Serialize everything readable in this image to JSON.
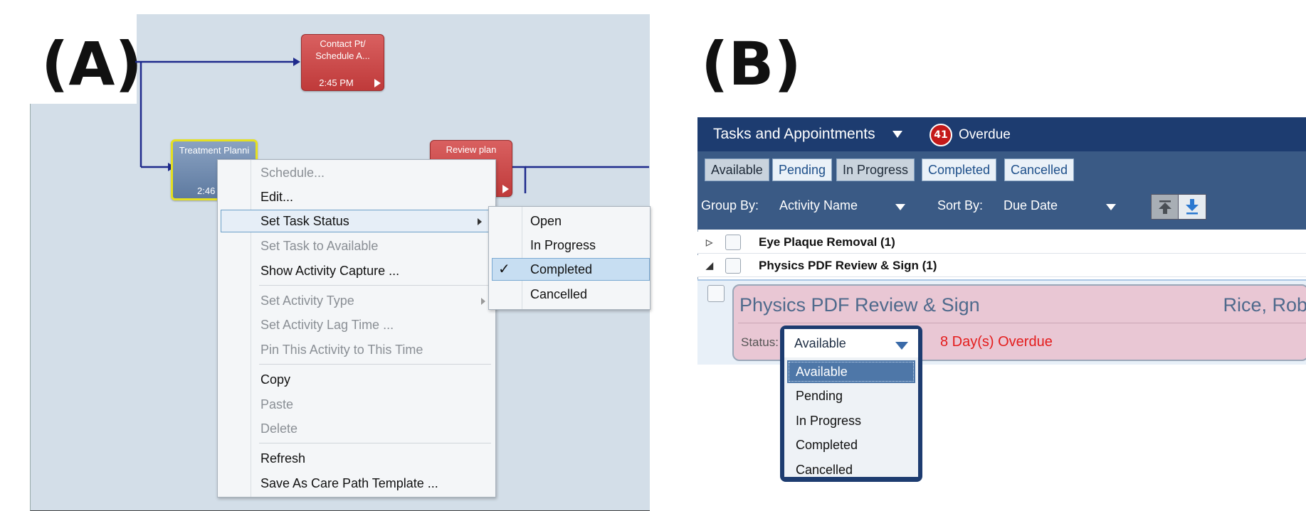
{
  "panel_a": {
    "label": "(A)",
    "nodes": {
      "contact": {
        "title": "Contact Pt/ Schedule A...",
        "time": "2:45 PM"
      },
      "treatment": {
        "title": "Treatment Planni",
        "time": "2:46"
      },
      "review": {
        "title": "Review plan"
      }
    },
    "context_menu": {
      "items": [
        {
          "label": "Schedule...",
          "enabled": false
        },
        {
          "label": "Edit...",
          "enabled": true
        },
        {
          "label": "Set Task Status",
          "enabled": true
        },
        {
          "label": "Set Task to Available",
          "enabled": false
        },
        {
          "label": "Show Activity Capture ...",
          "enabled": true
        },
        {
          "label": "Set Activity Type",
          "enabled": false
        },
        {
          "label": "Set Activity Lag Time ...",
          "enabled": false
        },
        {
          "label": "Pin This Activity to This Time",
          "enabled": false
        },
        {
          "label": "Copy",
          "enabled": true
        },
        {
          "label": "Paste",
          "enabled": false
        },
        {
          "label": "Delete",
          "enabled": false
        },
        {
          "label": "Refresh",
          "enabled": true
        },
        {
          "label": "Save As Care Path Template ...",
          "enabled": true
        }
      ]
    },
    "status_submenu": {
      "items": [
        "Open",
        "In Progress",
        "Completed",
        "Cancelled"
      ],
      "checked": "Completed",
      "check_glyph": "✓"
    }
  },
  "panel_b": {
    "label": "(B)",
    "header": {
      "title": "Tasks and Appointments",
      "badge_count": "41",
      "overdue_label": "Overdue"
    },
    "tabs": [
      "Available",
      "Pending",
      "In Progress",
      "Completed",
      "Cancelled"
    ],
    "selected_tabs": [
      "Available",
      "In Progress"
    ],
    "toolbar": {
      "group_by_label": "Group By:",
      "group_by_value": "Activity Name",
      "sort_by_label": "Sort By:",
      "sort_by_value": "Due Date"
    },
    "groups": [
      {
        "label": "Eye Plaque Removal (1)",
        "expanded": false,
        "tri": "▷"
      },
      {
        "label": "Physics PDF Review & Sign (1)",
        "expanded": true,
        "tri": "◢"
      }
    ],
    "task": {
      "name": "Physics PDF Review & Sign",
      "assignee": "Rice, Rob",
      "status_label": "Status:",
      "overdue_text": "8 Day(s) Overdue",
      "color": "#e9c7d4"
    },
    "status_dropdown": {
      "value": "Available",
      "options": [
        "Available",
        "Pending",
        "In Progress",
        "Completed",
        "Cancelled"
      ],
      "selected": "Available"
    }
  }
}
